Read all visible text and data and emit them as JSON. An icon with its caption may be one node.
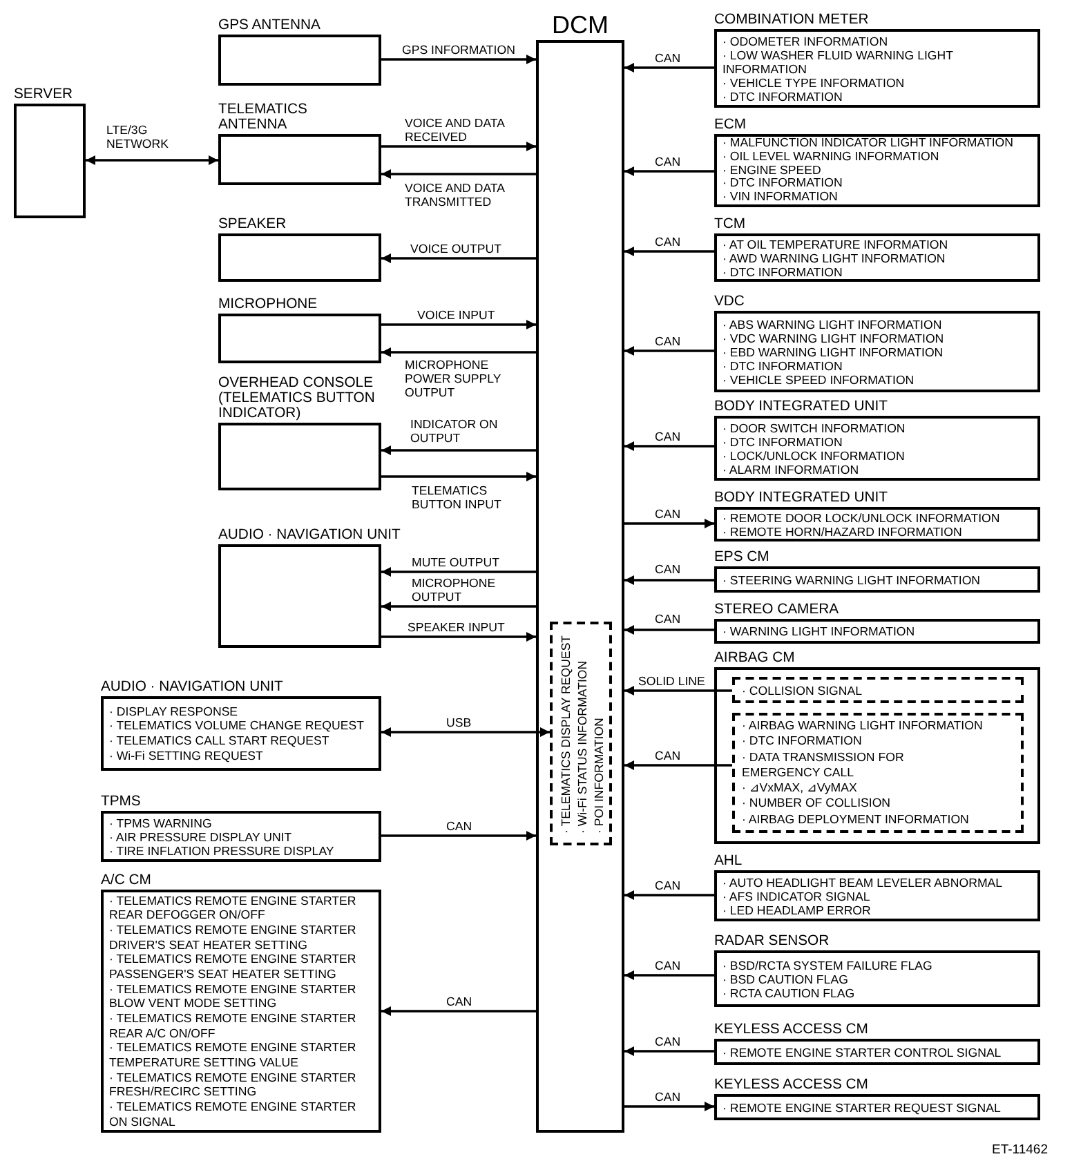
{
  "diagram": {
    "nodes": [
      {
        "text": [
          "SERVER"
        ]
      },
      {
        "text": [
          "GPS ANTENNA"
        ]
      },
      {
        "text": [
          "TELEMATICS ANTENNA"
        ]
      },
      {
        "text": [
          "SPEAKER"
        ]
      },
      {
        "text": [
          "MICROPHONE"
        ]
      },
      {
        "text": [
          "OVERHEAD CONSOLE (TELEMATICS BUTTON INDICATOR)"
        ]
      },
      {
        "text": [
          "AUDIO · NAVIGATION UNIT"
        ]
      },
      {
        "text": [
          "AUDIO · NAVIGATION UNIT",
          "· DISPLAY RESPONSE",
          "· TELEMATICS VOLUME CHANGE REQUEST",
          "· TELEMATICS CALL START REQUEST",
          "· Wi-Fi SETTING REQUEST"
        ]
      },
      {
        "text": [
          "TPMS",
          "· TPMS WARNING",
          "· AIR PRESSURE DISPLAY UNIT",
          "· TIRE INFLATION PRESSURE DISPLAY"
        ]
      },
      {
        "text": [
          "A/C CM",
          "· TELEMATICS REMOTE ENGINE STARTER REAR DEFOGGER ON/OFF",
          "· TELEMATICS REMOTE ENGINE STARTER DRIVER'S SEAT HEATER SETTING",
          "· TELEMATICS REMOTE ENGINE STARTER PASSENGER'S SEAT HEATER SETTING",
          "· TELEMATICS REMOTE ENGINE STARTER BLOW VENT MODE SETTING",
          "· TELEMATICS REMOTE ENGINE STARTER REAR A/C ON/OFF",
          "· TELEMATICS REMOTE ENGINE STARTER TEMPERATURE SETTING VALUE",
          "· TELEMATICS REMOTE ENGINE STARTER FRESH/RECIRC SETTING",
          "· TELEMATICS REMOTE ENGINE STARTER ON SIGNAL"
        ]
      },
      {
        "text": [
          "DCM"
        ]
      },
      {
        "text": [
          "· TELEMATICS DISPLAY REQUEST",
          "· Wi-Fi STATUS INFORMATION",
          "· POI INFORMATION"
        ],
        "in": 10
      },
      {
        "text": [
          "COMBINATION METER",
          "· ODOMETER INFORMATION",
          "· LOW WASHER FLUID WARNING LIGHT INFORMATION",
          "· VEHICLE TYPE INFORMATION",
          "· DTC INFORMATION"
        ]
      },
      {
        "text": [
          "ECM",
          "· MALFUNCTION INDICATOR LIGHT INFORMATION",
          "· OIL LEVEL WARNING INFORMATION",
          "· ENGINE SPEED",
          "· DTC INFORMATION",
          "· VIN INFORMATION"
        ]
      },
      {
        "text": [
          "TCM",
          "· AT OIL TEMPERATURE INFORMATION",
          "· AWD WARNING LIGHT INFORMATION",
          "· DTC INFORMATION"
        ]
      },
      {
        "text": [
          "VDC",
          "· ABS WARNING LIGHT INFORMATION",
          "· VDC WARNING LIGHT INFORMATION",
          "· EBD WARNING LIGHT INFORMATION",
          "· DTC INFORMATION",
          "· VEHICLE SPEED INFORMATION"
        ]
      },
      {
        "text": [
          "BODY INTEGRATED UNIT",
          "· DOOR SWITCH INFORMATION",
          "· DTC INFORMATION",
          "· LOCK/UNLOCK INFORMATION",
          "· ALARM INFORMATION"
        ]
      },
      {
        "text": [
          "BODY INTEGRATED UNIT",
          "· REMOTE DOOR LOCK/UNLOCK INFORMATION",
          "· REMOTE HORN/HAZARD INFORMATION"
        ]
      },
      {
        "text": [
          "EPS CM",
          "· STEERING WARNING LIGHT INFORMATION"
        ]
      },
      {
        "text": [
          "STEREO CAMERA",
          "· WARNING LIGHT INFORMATION"
        ]
      },
      {
        "text": [
          "AIRBAG CM"
        ]
      },
      {
        "text": [
          "· COLLISION SIGNAL"
        ],
        "in": 20
      },
      {
        "text": [
          "· AIRBAG WARNING LIGHT INFORMATION",
          "· DTC INFORMATION",
          "· DATA TRANSMISSION FOR EMERGENCY CALL",
          "· ⊿VxMAX, ⊿VyMAX",
          "· NUMBER OF COLLISION",
          "· AIRBAG DEPLOYMENT INFORMATION"
        ],
        "in": 20
      },
      {
        "text": [
          "AHL",
          "· AUTO HEADLIGHT BEAM LEVELER ABNORMAL",
          "· AFS INDICATOR SIGNAL",
          "· LED HEADLAMP ERROR"
        ]
      },
      {
        "text": [
          "RADAR SENSOR",
          "· BSD/RCTA SYSTEM FAILURE FLAG",
          "· BSD CAUTION FLAG",
          "· RCTA CAUTION FLAG"
        ]
      },
      {
        "text": [
          "KEYLESS ACCESS CM",
          "· REMOTE ENGINE STARTER CONTROL SIGNAL"
        ]
      },
      {
        "text": [
          "KEYLESS ACCESS CM",
          "· REMOTE ENGINE STARTER REQUEST SIGNAL"
        ]
      }
    ],
    "edges": [
      {
        "from": 0,
        "to": 2,
        "arrow": "both",
        "label": "LTE/3G NETWORK"
      },
      {
        "from": 1,
        "to": 10,
        "arrow": "to",
        "label": "GPS INFORMATION"
      },
      {
        "from": 2,
        "to": 10,
        "arrow": "to",
        "label": "VOICE AND DATA RECEIVED"
      },
      {
        "from": 10,
        "to": 2,
        "arrow": "to",
        "label": "VOICE AND DATA TRANSMITTED"
      },
      {
        "from": 10,
        "to": 3,
        "arrow": "to",
        "label": "VOICE OUTPUT"
      },
      {
        "from": 4,
        "to": 10,
        "arrow": "to",
        "label": "VOICE INPUT"
      },
      {
        "from": 10,
        "to": 4,
        "arrow": "to",
        "label": "MICROPHONE POWER SUPPLY OUTPUT"
      },
      {
        "from": 10,
        "to": 5,
        "arrow": "to",
        "label": "INDICATOR ON OUTPUT"
      },
      {
        "from": 5,
        "to": 10,
        "arrow": "to",
        "label": "TELEMATICS BUTTON INPUT"
      },
      {
        "from": 10,
        "to": 6,
        "arrow": "to",
        "label": "MUTE OUTPUT"
      },
      {
        "from": 10,
        "to": 6,
        "arrow": "to",
        "label": "MICROPHONE OUTPUT"
      },
      {
        "from": 6,
        "to": 10,
        "arrow": "to",
        "label": "SPEAKER INPUT"
      },
      {
        "from": 7,
        "to": 11,
        "arrow": "both",
        "label": "USB"
      },
      {
        "from": 8,
        "to": 10,
        "arrow": "to",
        "label": "CAN"
      },
      {
        "from": 10,
        "to": 9,
        "arrow": "to",
        "label": "CAN"
      },
      {
        "from": 12,
        "to": 10,
        "arrow": "to",
        "label": "CAN"
      },
      {
        "from": 13,
        "to": 10,
        "arrow": "to",
        "label": "CAN"
      },
      {
        "from": 14,
        "to": 10,
        "arrow": "to",
        "label": "CAN"
      },
      {
        "from": 15,
        "to": 10,
        "arrow": "to",
        "label": "CAN"
      },
      {
        "from": 16,
        "to": 10,
        "arrow": "to",
        "label": "CAN"
      },
      {
        "from": 10,
        "to": 17,
        "arrow": "to",
        "label": "CAN"
      },
      {
        "from": 18,
        "to": 10,
        "arrow": "to",
        "label": "CAN"
      },
      {
        "from": 19,
        "to": 10,
        "arrow": "to",
        "label": "CAN"
      },
      {
        "from": 21,
        "to": 10,
        "arrow": "to",
        "label": "SOLID LINE"
      },
      {
        "from": 22,
        "to": 10,
        "arrow": "to",
        "label": "CAN"
      },
      {
        "from": 23,
        "to": 10,
        "arrow": "to",
        "label": "CAN"
      },
      {
        "from": 24,
        "to": 10,
        "arrow": "to",
        "label": "CAN"
      },
      {
        "from": 25,
        "to": 10,
        "arrow": "to",
        "label": "CAN"
      },
      {
        "from": 10,
        "to": 26,
        "arrow": "to",
        "label": "CAN"
      }
    ],
    "labels": [
      "ET-11462"
    ]
  }
}
